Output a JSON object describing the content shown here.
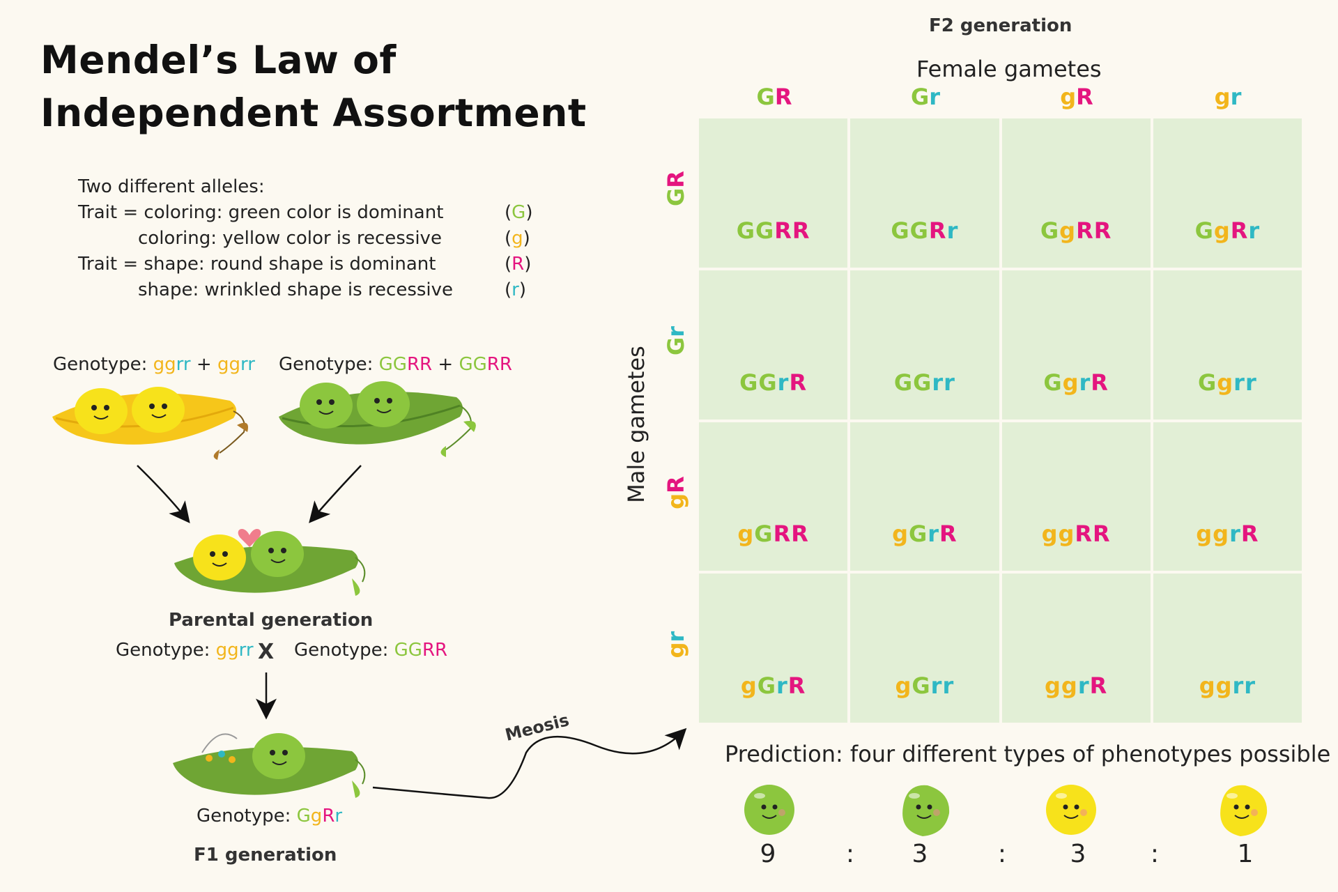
{
  "title": {
    "line1": "Mendel’s Law of",
    "line2": "Independent Assortment"
  },
  "alleles": {
    "heading": "Two different alleles:",
    "lines": [
      {
        "text": "Trait = coloring: green color is dominant",
        "symbol": "G"
      },
      {
        "text": "coloring: yellow color is recessive",
        "symbol": "g"
      },
      {
        "text": "Trait = shape: round shape is dominant",
        "symbol": "R"
      },
      {
        "text": "shape: wrinkled shape is recessive",
        "symbol": "r"
      }
    ]
  },
  "parents_top": {
    "left": {
      "prefix": "Genotype:",
      "a": "ggrr",
      "plus": "+",
      "b": "ggrr"
    },
    "right": {
      "prefix": "Genotype:",
      "a": "GGRR",
      "plus": "+",
      "b": "GGRR"
    }
  },
  "parental": {
    "label": "Parental generation",
    "left": {
      "prefix": "Genotype:",
      "value": "ggrr"
    },
    "cross": "X",
    "right": {
      "prefix": "Genotype:",
      "value": "GGRR"
    }
  },
  "f1": {
    "prefix": "Genotype:",
    "value": "GgRr",
    "label": "F1 generation"
  },
  "meiosis_label": "Meosis",
  "f2": {
    "title": "F2 generation",
    "female_label": "Female gametes",
    "male_label": "Male gametes",
    "female_gametes": [
      "GR",
      "Gr",
      "gR",
      "gr"
    ],
    "male_gametes": [
      "GR",
      "Gr",
      "gR",
      "gr"
    ],
    "cells": [
      [
        "GGRR",
        "GGRr",
        "GgRR",
        "GgRr"
      ],
      [
        "GGrR",
        "GGrr",
        "GgrR",
        "Ggrr"
      ],
      [
        "gGRR",
        "gGrR",
        "ggRR",
        "ggrR"
      ],
      [
        "gGrR",
        "gGrr",
        "ggrR",
        "ggrr"
      ]
    ]
  },
  "prediction": {
    "text": "Prediction: four different types of phenotypes possible",
    "ratios": [
      "9",
      "3",
      "3",
      "1"
    ],
    "separator": ":"
  },
  "colors": {
    "green_pea": "#8cc63e",
    "yellow_pea": "#f7e21b",
    "dominant_G": "#8cc63e",
    "recessive_g": "#f2b51c",
    "dominant_R": "#e4157f",
    "recessive_r": "#2fb8c4",
    "cell_bg": "#e2efd6",
    "background": "#fcf9f1"
  }
}
